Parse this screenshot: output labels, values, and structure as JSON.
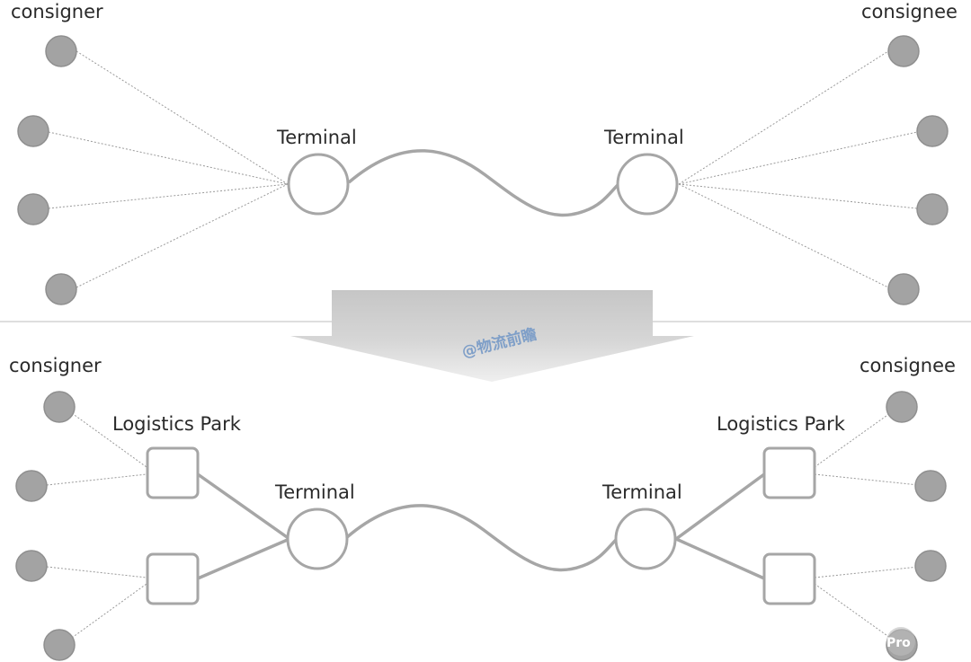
{
  "top_section": {
    "consigner_label": "consigner",
    "consignee_label": "consignee",
    "terminal_left_label": "Terminal",
    "terminal_right_label": "Terminal"
  },
  "bottom_section": {
    "consigner_label": "consigner",
    "consignee_label": "consignee",
    "park_left_label": "Logistics Park",
    "park_right_label": "Logistics Park",
    "terminal_left_label": "Terminal",
    "terminal_right_label": "Terminal"
  },
  "watermark": "@物流前瞻",
  "corner_logo_text": "Pro",
  "colors": {
    "node_fill": "#a3a3a3",
    "line": "#a6a6a6",
    "divider": "#bdbdbd",
    "watermark": "#7f9fc8"
  }
}
